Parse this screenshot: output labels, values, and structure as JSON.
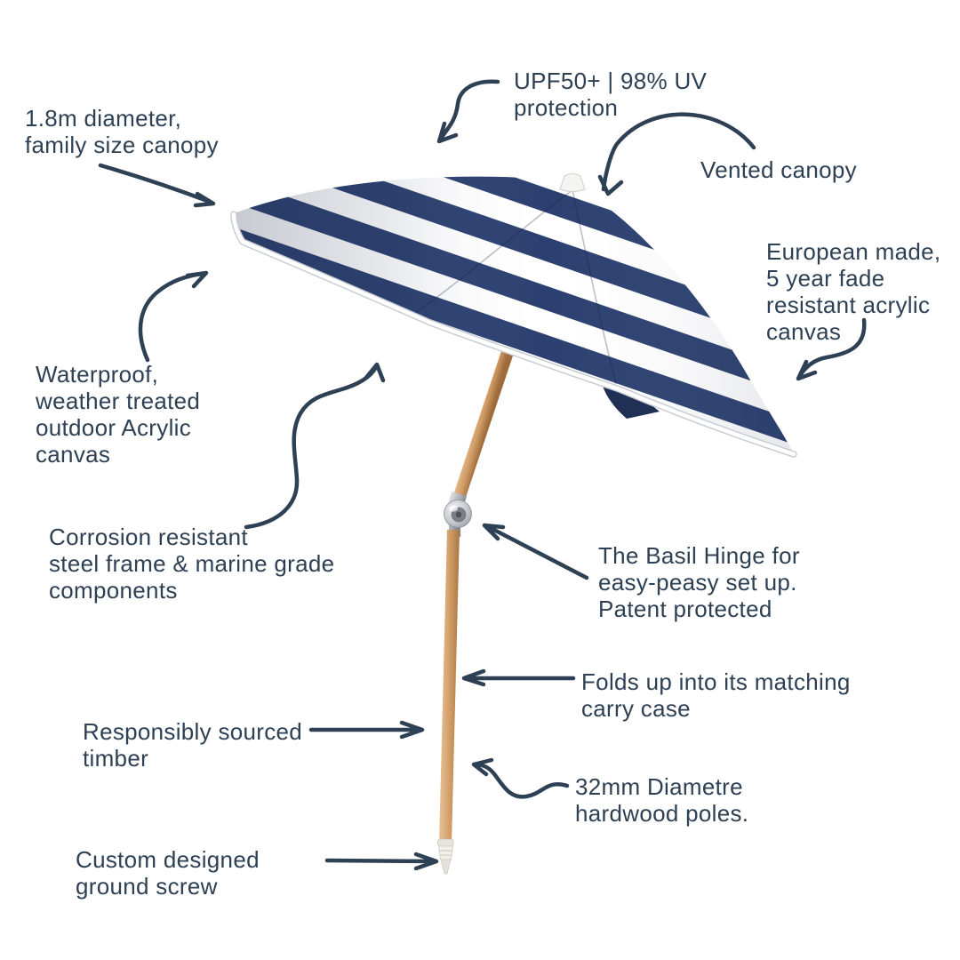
{
  "infographic": {
    "subject": "striped beach umbrella product diagram",
    "background": "#ffffff"
  },
  "colors": {
    "canopy_navy": "#2b4070",
    "canopy_white": "#ffffff",
    "canopy_underside_navy": "#203055",
    "annotation_ink": "#2e4054",
    "pole_wood": "#cf9a63",
    "hinge_chrome": "#b6bac0",
    "ground_screw_white": "#f1efe9"
  },
  "icons": {
    "arrow_style": "hand-drawn-curved-arrow"
  },
  "annotations": {
    "diameter": {
      "lines": [
        "1.8m diameter,",
        "family size canopy"
      ]
    },
    "upf": {
      "lines": [
        "UPF50+ | 98% UV",
        "protection"
      ]
    },
    "vented": {
      "lines": [
        "Vented canopy"
      ]
    },
    "european": {
      "lines": [
        "European made,",
        "5 year fade",
        "resistant acrylic",
        "canvas"
      ]
    },
    "waterproof": {
      "lines": [
        "Waterproof,",
        "weather treated",
        "outdoor Acrylic",
        "canvas"
      ]
    },
    "corrosion": {
      "lines": [
        "Corrosion resistant",
        "steel frame & marine grade",
        "components"
      ]
    },
    "hinge": {
      "lines": [
        "The Basil Hinge for",
        "easy-peasy set up.",
        "Patent protected"
      ]
    },
    "folds": {
      "lines": [
        "Folds up into its matching",
        "carry case"
      ]
    },
    "timber": {
      "lines": [
        "Responsibly sourced",
        "timber"
      ]
    },
    "poles": {
      "lines": [
        "32mm Diametre",
        "hardwood poles."
      ]
    },
    "ground": {
      "lines": [
        "Custom designed",
        "ground screw"
      ]
    }
  }
}
